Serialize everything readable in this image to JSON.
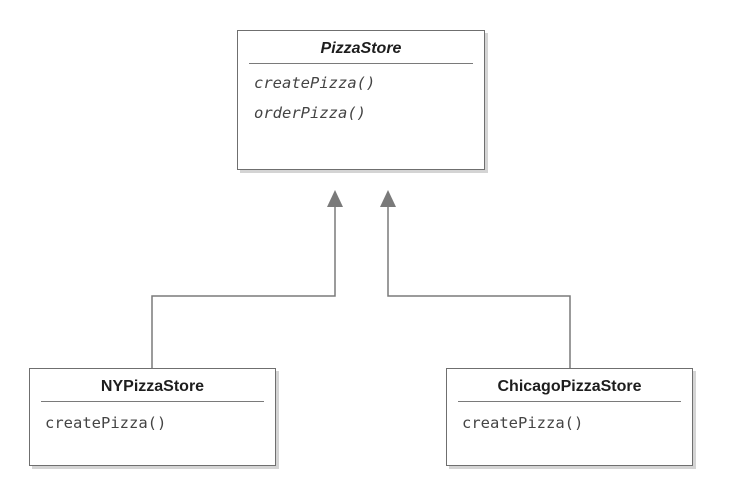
{
  "diagram": {
    "superclass": {
      "name": "PizzaStore",
      "methods": [
        "createPizza()",
        "orderPizza()"
      ]
    },
    "subclasses": [
      {
        "name": "NYPizzaStore",
        "methods": [
          "createPizza()"
        ]
      },
      {
        "name": "ChicagoPizzaStore",
        "methods": [
          "createPizza()"
        ]
      }
    ],
    "line_color": "#7a7a7a",
    "arrow_color": "#7a7a7a"
  }
}
